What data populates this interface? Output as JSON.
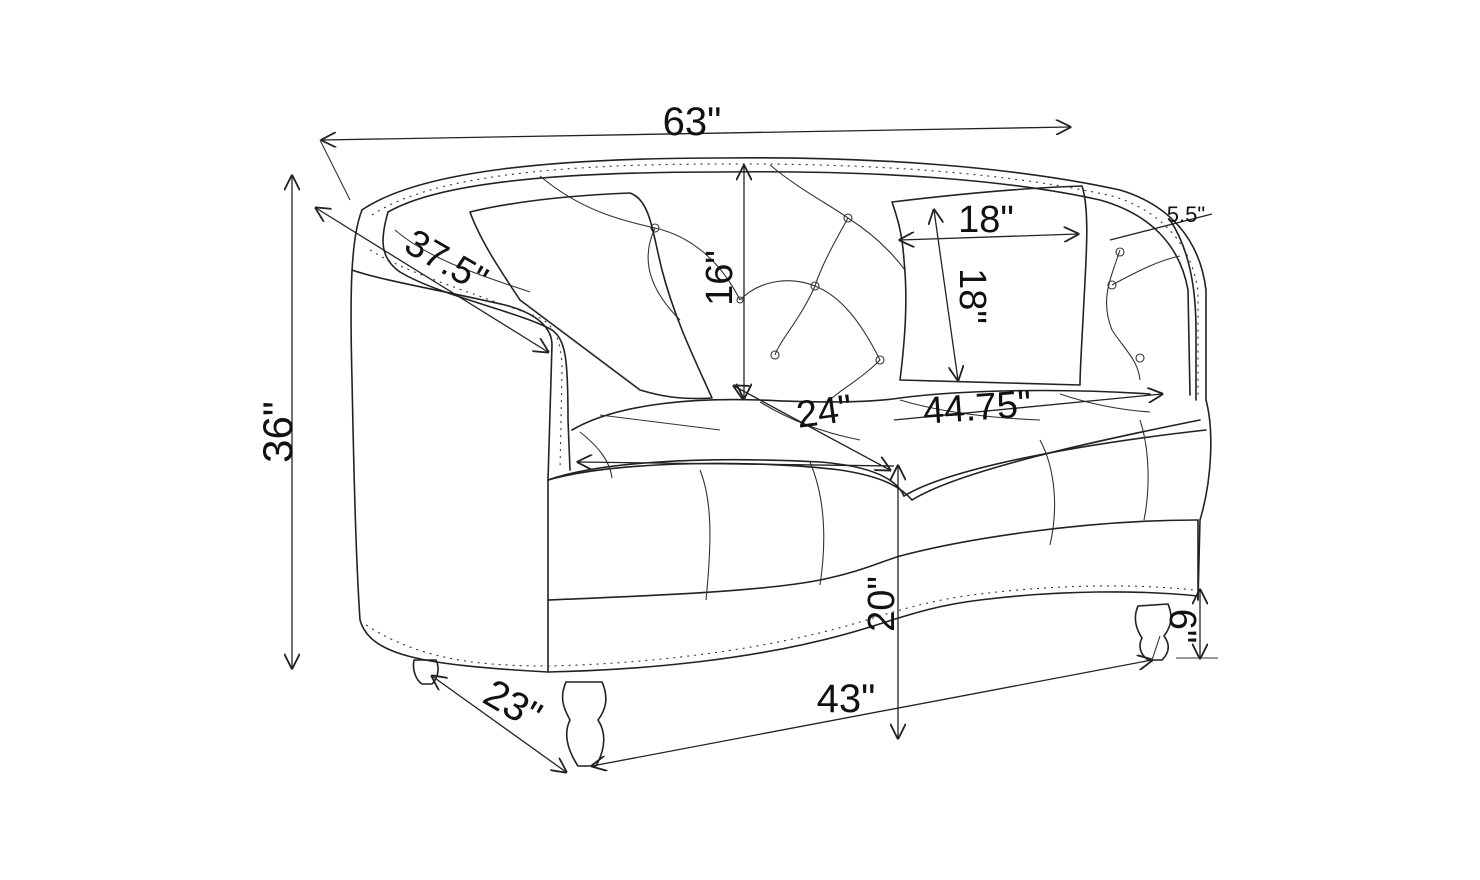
{
  "dimensions": {
    "overall_width": "63\"",
    "overall_height": "36\"",
    "arm_depth": "37.5\"",
    "pillow_width": "18\"",
    "pillow_height": "18\"",
    "back_height": "16\"",
    "seat_depth": "24\"",
    "seat_width": "44.75\"",
    "arm_width": "5.5\"",
    "seat_height": "20\"",
    "leg_height": "6\"",
    "base_depth": "23\"",
    "base_width": "43\""
  },
  "colors": {
    "line": "#222222",
    "text": "#111111",
    "background": "#ffffff"
  }
}
